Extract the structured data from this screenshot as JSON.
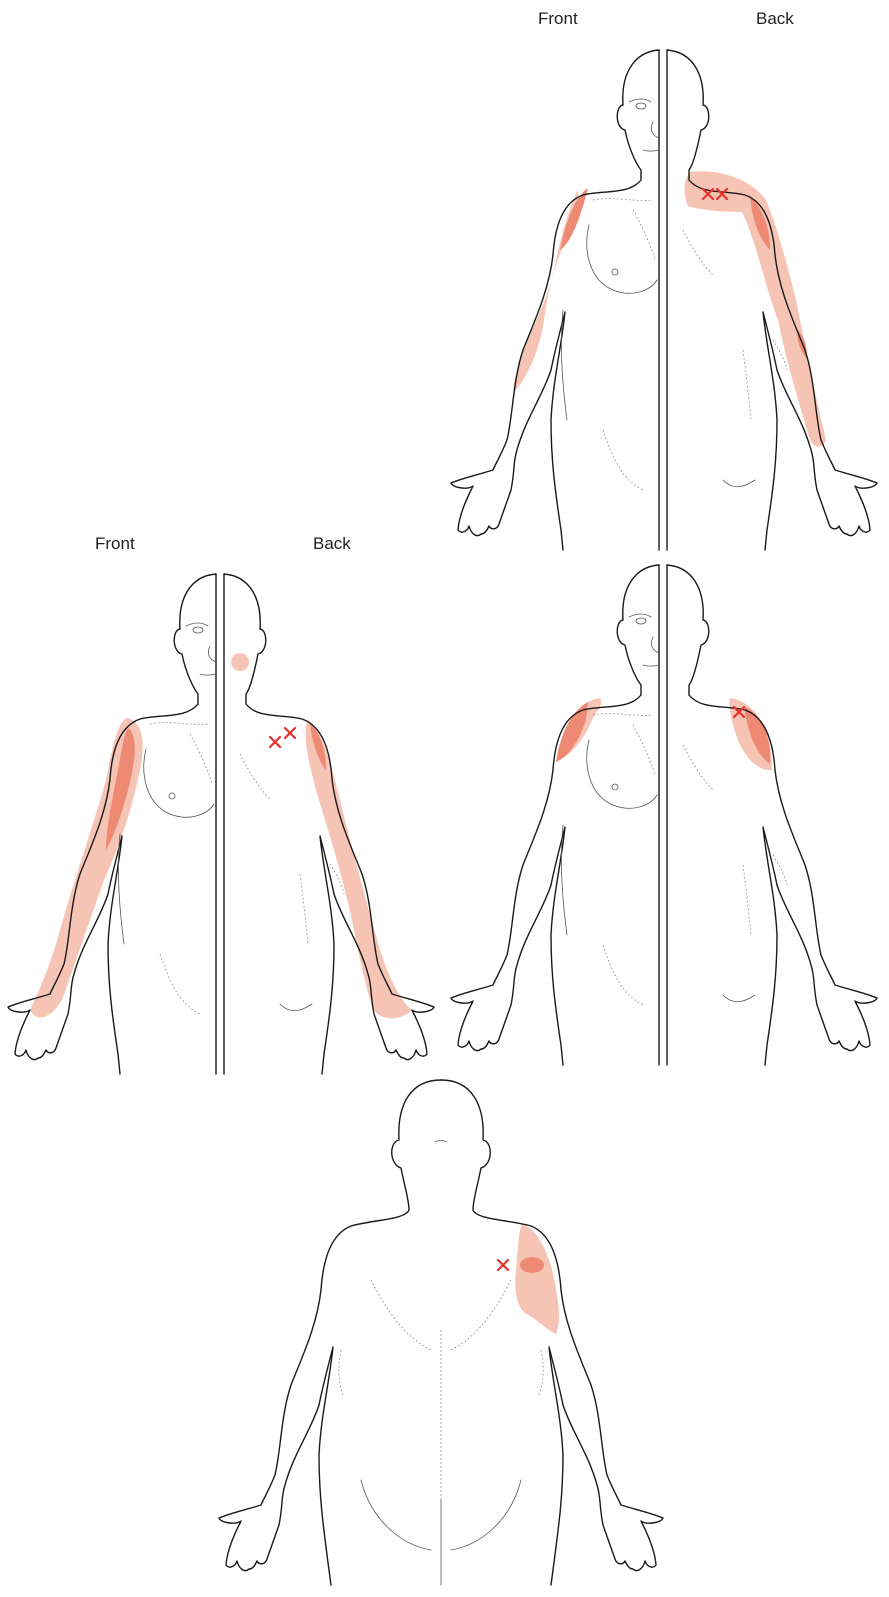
{
  "labels": {
    "figure1": {
      "front": "Front",
      "back": "Back"
    },
    "figure2": {
      "front": "Front",
      "back": "Back"
    }
  },
  "colors": {
    "referred_pain_light": "#f6c4b4",
    "referred_pain_dark": "#ee8a74",
    "trigger_point": "#e8312f",
    "outline": "#1a1a1a"
  },
  "figures": [
    {
      "view": "front-back split",
      "trigger_points": 2,
      "pain_region": "shoulder, lateral arm, forearm"
    },
    {
      "view": "front-back split",
      "trigger_points": 2,
      "pain_region": "anterior arm, posterior arm, hand"
    },
    {
      "view": "front-back split",
      "trigger_points": 1,
      "pain_region": "deltoid region"
    },
    {
      "view": "back",
      "trigger_points": 1,
      "pain_region": "posterior shoulder"
    }
  ]
}
